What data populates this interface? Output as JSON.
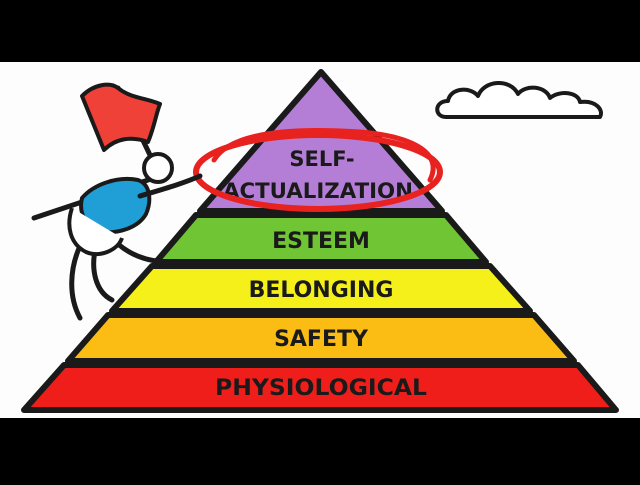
{
  "pyramid": {
    "levels": [
      {
        "line1": "SELF-",
        "line2": "ACTUALIZATION",
        "color": "#b57ed6"
      },
      {
        "label": "ESTEEM",
        "color": "#6fc534"
      },
      {
        "label": "BELONGING",
        "color": "#f6f01a"
      },
      {
        "label": "SAFETY",
        "color": "#fbbd14"
      },
      {
        "label": "PHYSIOLOGICAL",
        "color": "#f01e1a"
      }
    ],
    "highlight_color": "#e8221f"
  },
  "climber": {
    "flag_color": "#ef4137",
    "shirt_color": "#1f9fd6"
  },
  "colors": {
    "background": "#fdfdfd",
    "letterbox": "#000000",
    "outline": "#1a1a1a",
    "text": "#1a1a1a"
  }
}
